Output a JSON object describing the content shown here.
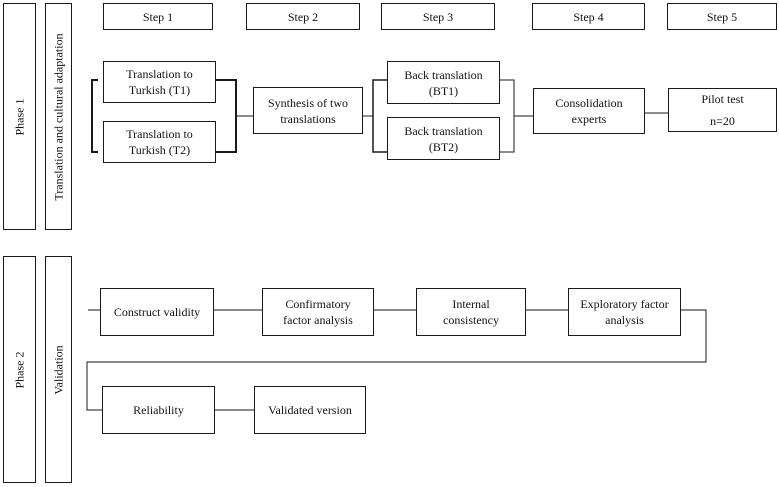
{
  "phase1": {
    "label": "Phase 1",
    "section": "Translation and cultural adaptation",
    "steps": [
      "Step 1",
      "Step 2",
      "Step 3",
      "Step 4",
      "Step 5"
    ],
    "t1": [
      "Translation to",
      "Turkish (T1)"
    ],
    "t2": [
      "Translation to",
      "Turkish (T2)"
    ],
    "synthesis": [
      "Synthesis of two",
      "translations"
    ],
    "bt1": [
      "Back translation",
      "(BT1)"
    ],
    "bt2": [
      "Back translation",
      "(BT2)"
    ],
    "consolidation": [
      "Consolidation",
      "experts"
    ],
    "pilot": [
      "Pilot test",
      "n=20"
    ]
  },
  "phase2": {
    "label": "Phase 2",
    "section": "Validation",
    "construct": "Construct validity",
    "cfa": [
      "Confirmatory",
      "factor analysis"
    ],
    "internal": [
      "Internal",
      "consistency"
    ],
    "efa": [
      "Exploratory factor",
      "analysis"
    ],
    "reliability": "Reliability",
    "validated": "Validated version"
  }
}
